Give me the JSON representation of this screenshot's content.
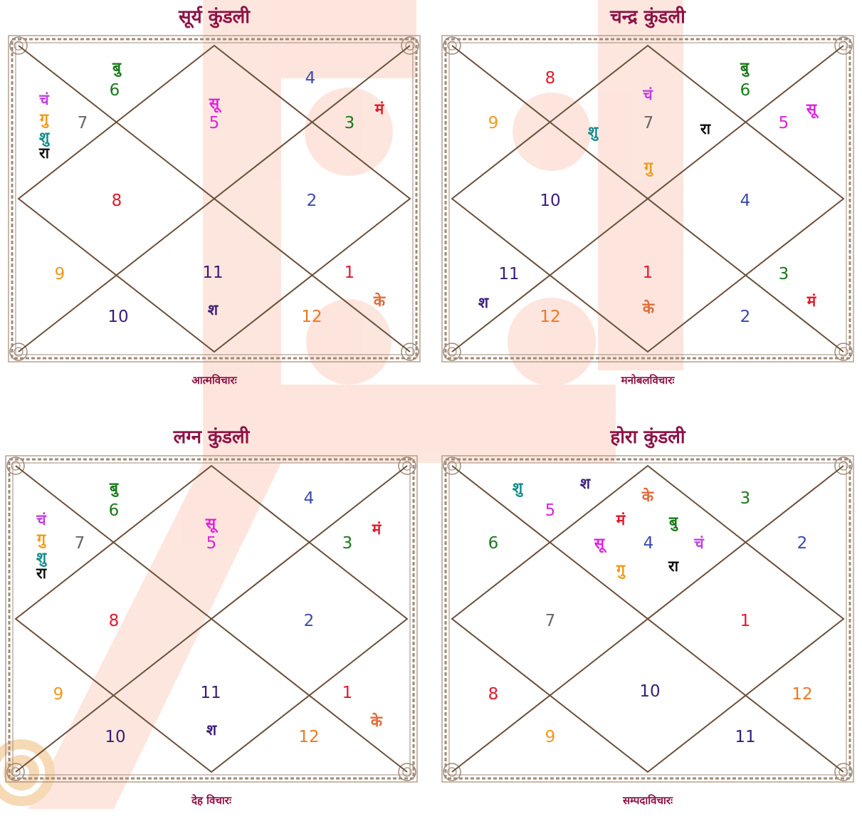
{
  "colors": {
    "title": "#8e1246",
    "frame": "#a08a78",
    "lines": "#6b4f3a",
    "watermark": "#fde3da"
  },
  "charts": [
    {
      "title": "सूर्य कुंडली",
      "caption": "आत्मविचारः",
      "signs": [
        {
          "text": "5",
          "color": "#e020e0"
        },
        {
          "text": "6",
          "color": "#1a7a1a"
        },
        {
          "text": "7",
          "color": "#666666"
        },
        {
          "text": "8",
          "color": "#e01a2a"
        },
        {
          "text": "9",
          "color": "#f09a1a"
        },
        {
          "text": "10",
          "color": "#3a1e78"
        },
        {
          "text": "11",
          "color": "#3a1e78"
        },
        {
          "text": "12",
          "color": "#ee7722"
        },
        {
          "text": "1",
          "color": "#e01a2a"
        },
        {
          "text": "2",
          "color": "#3a4ab0"
        },
        {
          "text": "3",
          "color": "#1a7a1a"
        },
        {
          "text": "4",
          "color": "#3a4ab0"
        }
      ],
      "planets": [
        {
          "text": "सू",
          "color": "#e020e0"
        },
        {
          "text": "बु",
          "color": "#1a7a1a"
        },
        {
          "text": "चं",
          "color": "#c040e0"
        },
        {
          "text": "गु",
          "color": "#f09a1a"
        },
        {
          "text": "शु",
          "color": "#138a8a"
        },
        {
          "text": "रा",
          "color": "#111111"
        },
        {
          "text": "श",
          "color": "#3a1e78"
        },
        {
          "text": "के",
          "color": "#e06a3a"
        },
        {
          "text": "मं",
          "color": "#e01a2a"
        }
      ]
    },
    {
      "title": "चन्द्र कुंडली",
      "caption": "मनोबलविचारः",
      "signs": [
        {
          "text": "7",
          "color": "#666666"
        },
        {
          "text": "8",
          "color": "#e01a2a"
        },
        {
          "text": "9",
          "color": "#f09a1a"
        },
        {
          "text": "10",
          "color": "#3a1e78"
        },
        {
          "text": "11",
          "color": "#3a1e78"
        },
        {
          "text": "12",
          "color": "#ee7722"
        },
        {
          "text": "1",
          "color": "#e01a2a"
        },
        {
          "text": "2",
          "color": "#3a4ab0"
        },
        {
          "text": "3",
          "color": "#1a7a1a"
        },
        {
          "text": "4",
          "color": "#3a4ab0"
        },
        {
          "text": "5",
          "color": "#e020e0"
        },
        {
          "text": "6",
          "color": "#1a7a1a"
        }
      ],
      "planets": [
        {
          "text": "चं",
          "color": "#c040e0"
        },
        {
          "text": "शु",
          "color": "#138a8a"
        },
        {
          "text": "रा",
          "color": "#111111"
        },
        {
          "text": "गु",
          "color": "#f09a1a"
        },
        {
          "text": "बु",
          "color": "#1a7a1a"
        },
        {
          "text": "सू",
          "color": "#e020e0"
        },
        {
          "text": "श",
          "color": "#3a1e78"
        },
        {
          "text": "के",
          "color": "#e06a3a"
        },
        {
          "text": "मं",
          "color": "#e01a2a"
        }
      ]
    },
    {
      "title": "लग्न कुंडली",
      "caption": "देह विचारः",
      "signs": [
        {
          "text": "5",
          "color": "#e020e0"
        },
        {
          "text": "6",
          "color": "#1a7a1a"
        },
        {
          "text": "7",
          "color": "#666666"
        },
        {
          "text": "8",
          "color": "#e01a2a"
        },
        {
          "text": "9",
          "color": "#f09a1a"
        },
        {
          "text": "10",
          "color": "#3a1e78"
        },
        {
          "text": "11",
          "color": "#3a1e78"
        },
        {
          "text": "12",
          "color": "#ee7722"
        },
        {
          "text": "1",
          "color": "#e01a2a"
        },
        {
          "text": "2",
          "color": "#3a4ab0"
        },
        {
          "text": "3",
          "color": "#1a7a1a"
        },
        {
          "text": "4",
          "color": "#3a4ab0"
        }
      ],
      "planets": [
        {
          "text": "सू",
          "color": "#e020e0"
        },
        {
          "text": "बु",
          "color": "#1a7a1a"
        },
        {
          "text": "चं",
          "color": "#c040e0"
        },
        {
          "text": "गु",
          "color": "#f09a1a"
        },
        {
          "text": "शु",
          "color": "#138a8a"
        },
        {
          "text": "रा",
          "color": "#111111"
        },
        {
          "text": "श",
          "color": "#3a1e78"
        },
        {
          "text": "के",
          "color": "#e06a3a"
        },
        {
          "text": "मं",
          "color": "#e01a2a"
        }
      ]
    },
    {
      "title": "होरा कुंडली",
      "caption": "सम्पदाविचारः",
      "signs": [
        {
          "text": "4",
          "color": "#3a4ab0"
        },
        {
          "text": "5",
          "color": "#e020e0"
        },
        {
          "text": "6",
          "color": "#1a7a1a"
        },
        {
          "text": "7",
          "color": "#666666"
        },
        {
          "text": "8",
          "color": "#e01a2a"
        },
        {
          "text": "9",
          "color": "#f09a1a"
        },
        {
          "text": "10",
          "color": "#3a1e78"
        },
        {
          "text": "11",
          "color": "#3a1e78"
        },
        {
          "text": "12",
          "color": "#ee7722"
        },
        {
          "text": "1",
          "color": "#e01a2a"
        },
        {
          "text": "2",
          "color": "#3a4ab0"
        },
        {
          "text": "3",
          "color": "#1a7a1a"
        }
      ],
      "planets": [
        {
          "text": "के",
          "color": "#e06a3a"
        },
        {
          "text": "मं",
          "color": "#e01a2a"
        },
        {
          "text": "बु",
          "color": "#1a7a1a"
        },
        {
          "text": "सू",
          "color": "#e020e0"
        },
        {
          "text": "चं",
          "color": "#c040e0"
        },
        {
          "text": "गु",
          "color": "#f09a1a"
        },
        {
          "text": "रा",
          "color": "#111111"
        },
        {
          "text": "शु",
          "color": "#138a8a"
        },
        {
          "text": "श",
          "color": "#3a1e78"
        }
      ]
    }
  ]
}
